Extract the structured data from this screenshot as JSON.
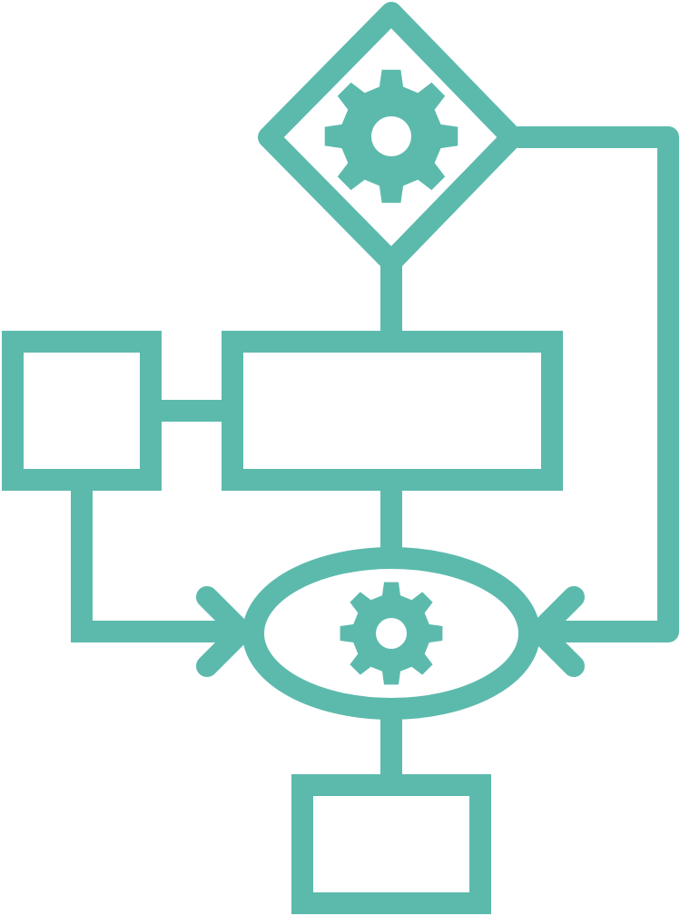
{
  "diagram": {
    "type": "process-flowchart-icon",
    "colors": {
      "stroke": "#5cbaad",
      "background": "#ffffff"
    },
    "icons": {
      "top_gear": "gear-icon",
      "center_gear": "gear-icon"
    },
    "shapes": {
      "decision": "diamond",
      "process": "rectangle",
      "side_box": "square",
      "merge": "ellipse",
      "output": "rectangle"
    }
  }
}
